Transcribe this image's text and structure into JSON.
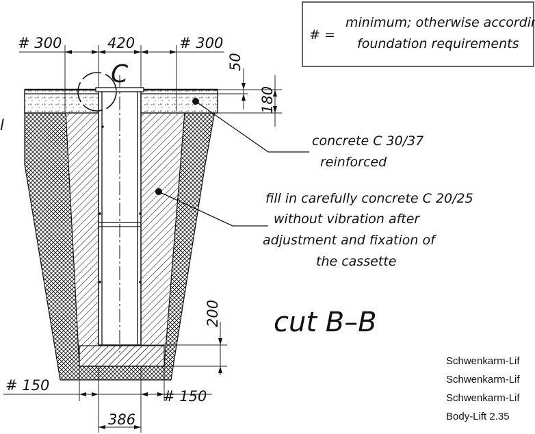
{
  "legend": {
    "symbol": "# =",
    "line1": "minimum; otherwise according",
    "line2": "foundation requirements"
  },
  "dimensions": {
    "top_left": "# 300",
    "top_center": "420",
    "top_right": "# 300",
    "slab_top": "50",
    "slab_height": "180",
    "bottom_cover": "200",
    "bottom_left": "# 150",
    "bottom_right": "# 150",
    "bottom_width": "386"
  },
  "detail_label": "C",
  "left_edge_mark": "l",
  "notes": {
    "concrete_line1": "concrete C 30/37",
    "concrete_line2": "reinforced",
    "fill_line1": "fill in carefully concrete C 20/25",
    "fill_line2": "without vibration after",
    "fill_line3": "adjustment and fixation of",
    "fill_line4": "the cassette"
  },
  "section_title": "cut B–B",
  "models": [
    "Schwenkarm-Lif",
    "Schwenkarm-Lif",
    "Schwenkarm-Lif",
    "Body-Lift 2.35"
  ]
}
